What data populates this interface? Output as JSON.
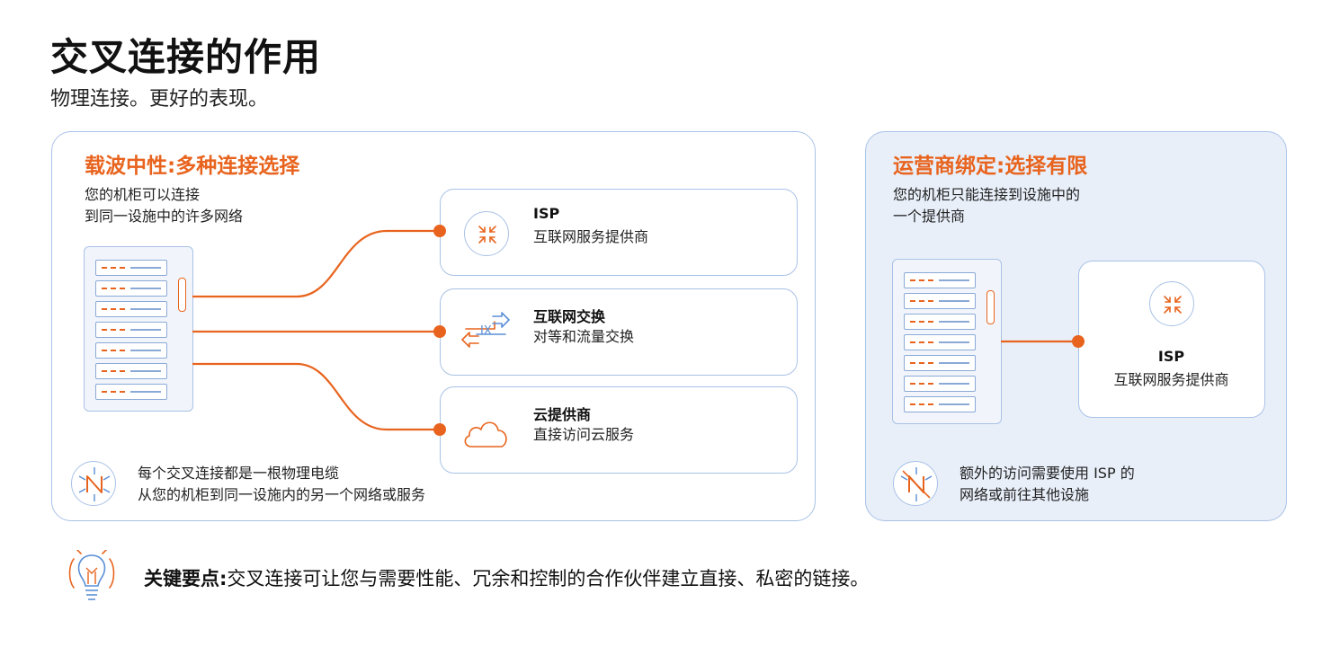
{
  "header": {
    "title": "交叉连接的作用",
    "subtitle": "物理连接。更好的表现。"
  },
  "left_panel": {
    "title": "载波中性:多种连接选择",
    "desc_line1": "您的机柜可以连接",
    "desc_line2": "到同一设施中的许多网络",
    "cards": [
      {
        "title": "ISP",
        "subtitle": "互联网服务提供商",
        "icon": "isp-arrows-icon"
      },
      {
        "title": "互联网交换",
        "subtitle": "对等和流量交换",
        "icon": "ix-exchange-icon"
      },
      {
        "title": "云提供商",
        "subtitle": "直接访问云服务",
        "icon": "cloud-icon"
      }
    ],
    "note_line1": "每个交叉连接都是一根物理电缆",
    "note_line2": "从您的机柜到同一设施内的另一个网络或服务"
  },
  "right_panel": {
    "title": "运营商绑定:选择有限",
    "desc_line1": "您的机柜只能连接到设施中的",
    "desc_line2": "一个提供商",
    "card": {
      "title": "ISP",
      "subtitle": "互联网服务提供商",
      "icon": "isp-arrows-icon"
    },
    "note_line1": "额外的访问需要使用 ISP 的",
    "note_line2": "网络或前往其他设施"
  },
  "takeaway": {
    "label": "关键要点:",
    "text": "交叉连接可让您与需要性能、冗余和控制的合作伙伴建立直接、私密的链接。",
    "icon": "lightbulb-icon"
  },
  "colors": {
    "accent": "#e8641e",
    "border": "#a9c2e6",
    "right_panel_bg": "#e8eff9"
  }
}
